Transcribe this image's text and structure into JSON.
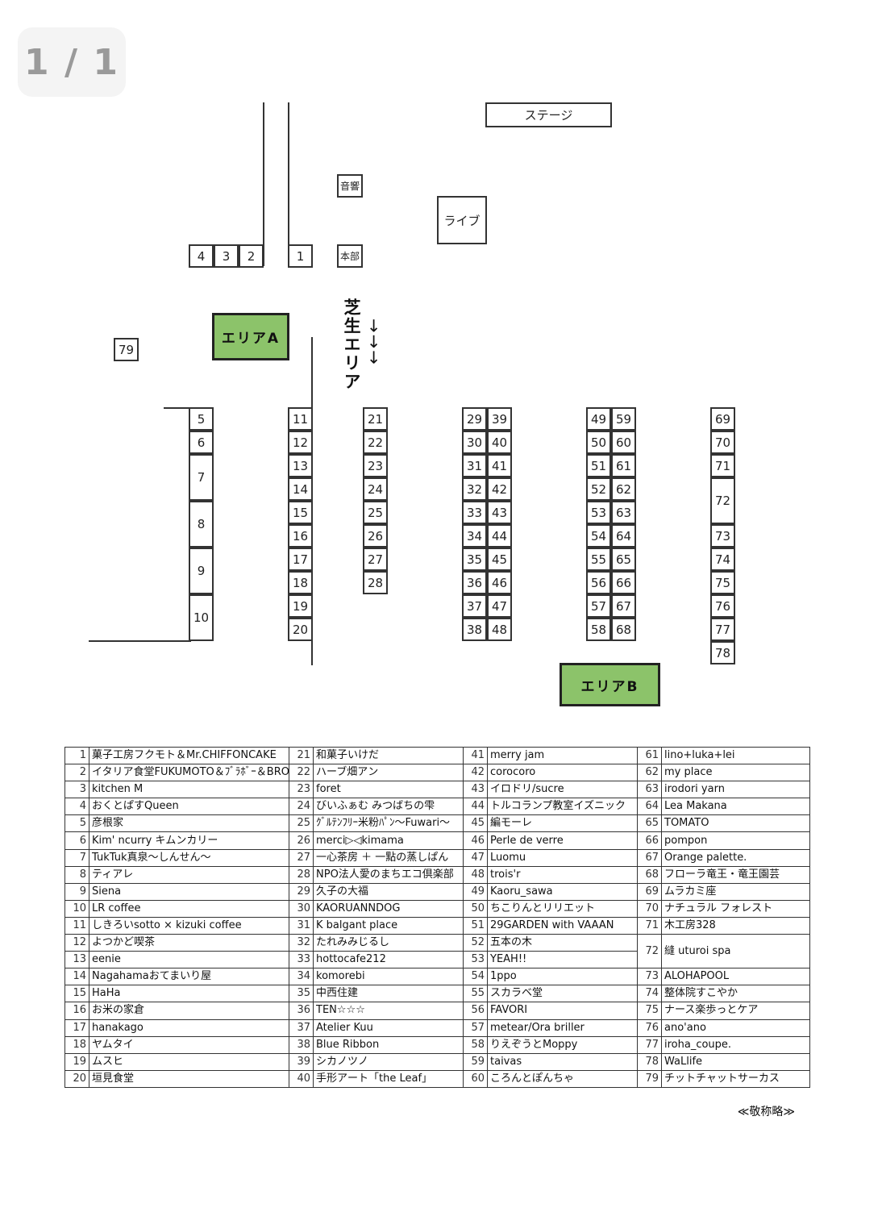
{
  "page_indicator": "1 / 1",
  "map": {
    "stage": "ステージ",
    "sound": "音響",
    "live": "ライブ",
    "hq": "本部",
    "area_a": "エリアA",
    "area_b": "エリアB",
    "lawn": "芝生エリア",
    "lawn_arrows": "→→→",
    "booths": [
      "1",
      "2",
      "3",
      "4",
      "5",
      "6",
      "7",
      "8",
      "9",
      "10",
      "11",
      "12",
      "13",
      "14",
      "15",
      "16",
      "17",
      "18",
      "19",
      "20",
      "21",
      "22",
      "23",
      "24",
      "25",
      "26",
      "27",
      "28",
      "29",
      "30",
      "31",
      "32",
      "33",
      "34",
      "35",
      "36",
      "37",
      "38",
      "39",
      "40",
      "41",
      "42",
      "43",
      "44",
      "45",
      "46",
      "47",
      "48",
      "49",
      "50",
      "51",
      "52",
      "53",
      "54",
      "55",
      "56",
      "57",
      "58",
      "59",
      "60",
      "61",
      "62",
      "63",
      "64",
      "65",
      "66",
      "67",
      "68",
      "69",
      "70",
      "71",
      "72",
      "73",
      "74",
      "75",
      "76",
      "77",
      "78",
      "79"
    ]
  },
  "vendors": [
    {
      "no": "1",
      "name": "菓子工房フクモト＆Mr.CHIFFONCAKE"
    },
    {
      "no": "2",
      "name": "イタリア食堂FUKUMOTO＆ﾌﾞﾗﾎﾞｰ＆BROS"
    },
    {
      "no": "3",
      "name": "kitchen M"
    },
    {
      "no": "4",
      "name": "おくとぱすQueen"
    },
    {
      "no": "5",
      "name": "彦根家"
    },
    {
      "no": "6",
      "name": "Kim' ncurry キムンカリー"
    },
    {
      "no": "7",
      "name": "TukTuk真泉～しんせん～"
    },
    {
      "no": "8",
      "name": "ティアレ"
    },
    {
      "no": "9",
      "name": "Siena"
    },
    {
      "no": "10",
      "name": "LR coffee"
    },
    {
      "no": "11",
      "name": "しきろいsotto × kizuki coffee"
    },
    {
      "no": "12",
      "name": "よつかど喫茶"
    },
    {
      "no": "13",
      "name": "eenie"
    },
    {
      "no": "14",
      "name": "Nagahamaおてまいり屋"
    },
    {
      "no": "15",
      "name": "HaHa"
    },
    {
      "no": "16",
      "name": "お米の家倉"
    },
    {
      "no": "17",
      "name": "hanakago"
    },
    {
      "no": "18",
      "name": "ヤムタイ"
    },
    {
      "no": "19",
      "name": "ムスヒ"
    },
    {
      "no": "20",
      "name": "垣見食堂"
    },
    {
      "no": "21",
      "name": "和菓子いけだ"
    },
    {
      "no": "22",
      "name": "ハーブ畑アン"
    },
    {
      "no": "23",
      "name": "foret"
    },
    {
      "no": "24",
      "name": "びいふぁむ みつばちの雫"
    },
    {
      "no": "25",
      "name": "ｸﾞﾙﾃﾝﾌﾘｰ米粉ﾊﾟﾝ～Fuwari～"
    },
    {
      "no": "26",
      "name": "merci▷◁kimama"
    },
    {
      "no": "27",
      "name": "一心茶房 ＋ 一點の蒸しぱん"
    },
    {
      "no": "28",
      "name": "NPO法人愛のまちエコ倶楽部"
    },
    {
      "no": "29",
      "name": "久子の大福"
    },
    {
      "no": "30",
      "name": "KAORUANNDOG"
    },
    {
      "no": "31",
      "name": "K balgant place"
    },
    {
      "no": "32",
      "name": "たれみみじるし"
    },
    {
      "no": "33",
      "name": "hottocafe212"
    },
    {
      "no": "34",
      "name": "komorebi"
    },
    {
      "no": "35",
      "name": "中西住建"
    },
    {
      "no": "36",
      "name": "TEN☆☆☆"
    },
    {
      "no": "37",
      "name": "Atelier Kuu"
    },
    {
      "no": "38",
      "name": "Blue Ribbon"
    },
    {
      "no": "39",
      "name": "シカノツノ"
    },
    {
      "no": "40",
      "name": "手形アート「the Leaf」"
    },
    {
      "no": "41",
      "name": "merry jam"
    },
    {
      "no": "42",
      "name": "corocoro"
    },
    {
      "no": "43",
      "name": "イロドリ/sucre"
    },
    {
      "no": "44",
      "name": "トルコランプ教室イズニック"
    },
    {
      "no": "45",
      "name": "編モーレ"
    },
    {
      "no": "46",
      "name": "Perle de verre"
    },
    {
      "no": "47",
      "name": "Luomu"
    },
    {
      "no": "48",
      "name": "trois'r"
    },
    {
      "no": "49",
      "name": "Kaoru_sawa"
    },
    {
      "no": "50",
      "name": "ちこりんとリリエット"
    },
    {
      "no": "51",
      "name": "29GARDEN with VAAAN"
    },
    {
      "no": "52",
      "name": "五本の木"
    },
    {
      "no": "53",
      "name": "YEAH!!"
    },
    {
      "no": "54",
      "name": "1ppo"
    },
    {
      "no": "55",
      "name": "スカラベ堂"
    },
    {
      "no": "56",
      "name": "FAVORI"
    },
    {
      "no": "57",
      "name": "metear/Ora briller"
    },
    {
      "no": "58",
      "name": "りえぞうとMoppy"
    },
    {
      "no": "59",
      "name": "taivas"
    },
    {
      "no": "60",
      "name": "ころんとぽんちゃ"
    },
    {
      "no": "61",
      "name": "lino+luka+lei"
    },
    {
      "no": "62",
      "name": "my place"
    },
    {
      "no": "63",
      "name": "irodori yarn"
    },
    {
      "no": "64",
      "name": "Lea Makana"
    },
    {
      "no": "65",
      "name": "TOMATO"
    },
    {
      "no": "66",
      "name": "pompon"
    },
    {
      "no": "67",
      "name": "Orange palette."
    },
    {
      "no": "68",
      "name": "フローラ竜王・竜王園芸"
    },
    {
      "no": "69",
      "name": "ムラカミ座"
    },
    {
      "no": "70",
      "name": "ナチュラル フォレスト"
    },
    {
      "no": "71",
      "name": "木工房328"
    },
    {
      "no": "72",
      "name": "縫 uturoi spa"
    },
    {
      "no": "73",
      "name": "ALOHAPOOL"
    },
    {
      "no": "74",
      "name": "整体院すこやか"
    },
    {
      "no": "75",
      "name": "ナース楽歩っとケア"
    },
    {
      "no": "76",
      "name": "ano'ano"
    },
    {
      "no": "77",
      "name": "iroha_coupe."
    },
    {
      "no": "78",
      "name": "WaLlife"
    },
    {
      "no": "79",
      "name": "チットチャットサーカス"
    }
  ],
  "footnote": "≪敬称略≫"
}
